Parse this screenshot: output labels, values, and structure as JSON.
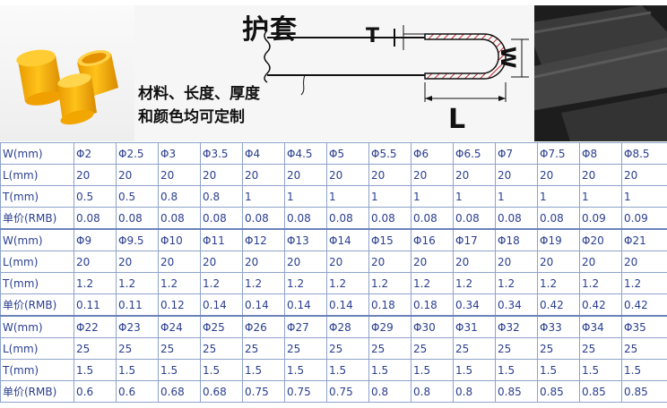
{
  "banner": {
    "title": "护套",
    "note_line1": "材料、长度、厚度",
    "note_line2": "和颜色均可定制",
    "label_T": "T",
    "label_W": "W",
    "label_L": "L"
  },
  "table": {
    "blocks": [
      {
        "rows": [
          {
            "label": "W(mm)",
            "cells": [
              "Φ2",
              "Φ2.5",
              "Φ3",
              "Φ3.5",
              "Φ4",
              "Φ4.5",
              "Φ5",
              "Φ5.5",
              "Φ6",
              "Φ6.5",
              "Φ7",
              "Φ7.5",
              "Φ8",
              "Φ8.5"
            ]
          },
          {
            "label": "L(mm)",
            "cells": [
              "20",
              "20",
              "20",
              "20",
              "20",
              "20",
              "20",
              "20",
              "20",
              "20",
              "20",
              "20",
              "20",
              "20"
            ]
          },
          {
            "label": "T(mm)",
            "cells": [
              "0.5",
              "0.5",
              "0.8",
              "0.8",
              "1",
              "1",
              "1",
              "1",
              "1",
              "1",
              "1",
              "1",
              "1",
              "1"
            ]
          },
          {
            "label": "单价(RMB)",
            "cells": [
              "0.08",
              "0.08",
              "0.08",
              "0.08",
              "0.08",
              "0.08",
              "0.08",
              "0.08",
              "0.08",
              "0.08",
              "0.08",
              "0.08",
              "0.09",
              "0.09"
            ]
          }
        ]
      },
      {
        "rows": [
          {
            "label": "W(mm)",
            "cells": [
              "Φ9",
              "Φ9.5",
              "Φ10",
              "Φ11",
              "Φ12",
              "Φ13",
              "Φ14",
              "Φ15",
              "Φ16",
              "Φ17",
              "Φ18",
              "Φ19",
              "Φ20",
              "Φ21"
            ]
          },
          {
            "label": "L(mm)",
            "cells": [
              "20",
              "20",
              "20",
              "20",
              "20",
              "20",
              "20",
              "20",
              "20",
              "20",
              "20",
              "20",
              "20",
              "20"
            ]
          },
          {
            "label": "T(mm)",
            "cells": [
              "1.2",
              "1.2",
              "1.2",
              "1.2",
              "1.2",
              "1.2",
              "1.2",
              "1.2",
              "1.2",
              "1.2",
              "1.2",
              "1.2",
              "1.2",
              "1.2"
            ]
          },
          {
            "label": "单价(RMB)",
            "cells": [
              "0.11",
              "0.11",
              "0.12",
              "0.14",
              "0.14",
              "0.14",
              "0.14",
              "0.18",
              "0.18",
              "0.34",
              "0.34",
              "0.42",
              "0.42",
              "0.42"
            ]
          }
        ]
      },
      {
        "rows": [
          {
            "label": "W(mm)",
            "cells": [
              "Φ22",
              "Φ23",
              "Φ24",
              "Φ25",
              "Φ26",
              "Φ27",
              "Φ28",
              "Φ29",
              "Φ30",
              "Φ31",
              "Φ32",
              "Φ33",
              "Φ34",
              "Φ35"
            ]
          },
          {
            "label": "L(mm)",
            "cells": [
              "25",
              "25",
              "25",
              "25",
              "25",
              "25",
              "25",
              "25",
              "25",
              "25",
              "25",
              "25",
              "25",
              "25"
            ]
          },
          {
            "label": "T(mm)",
            "cells": [
              "1.5",
              "1.5",
              "1.5",
              "1.5",
              "1.5",
              "1.5",
              "1.5",
              "1.5",
              "1.5",
              "1.5",
              "1.5",
              "1.5",
              "1.5",
              "1.5"
            ]
          },
          {
            "label": "单价(RMB)",
            "cells": [
              "0.6",
              "0.6",
              "0.68",
              "0.68",
              "0.75",
              "0.75",
              "0.75",
              "0.8",
              "0.8",
              "0.8",
              "0.85",
              "0.85",
              "0.85",
              "0.85"
            ]
          }
        ]
      }
    ]
  },
  "colors": {
    "table_text": "#2a3e8f",
    "table_border": "#8ea3c9",
    "cap_yellow": "#ffb400",
    "sleeve_dark": "#2c2c2c"
  }
}
